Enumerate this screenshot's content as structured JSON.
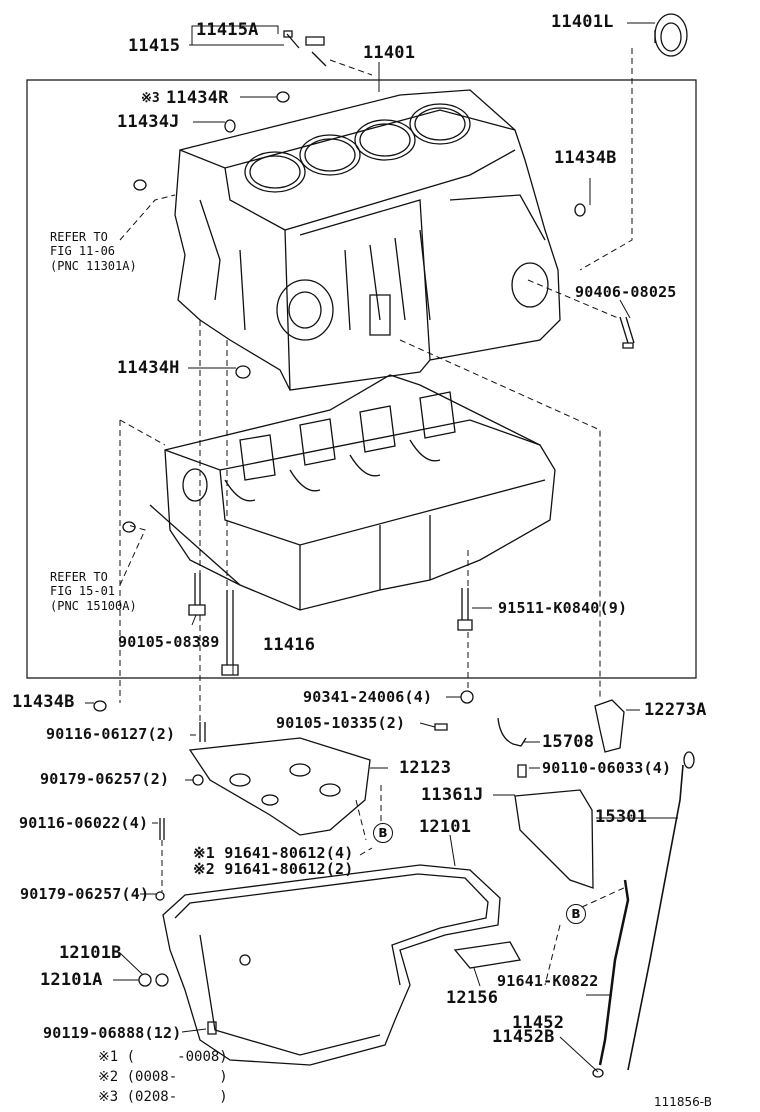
{
  "parts": {
    "p11401L": "11401L",
    "p11415A": "11415A",
    "p11415": "11415",
    "p11401": "11401",
    "p11434R": "11434R",
    "p11434R_mark": "※3",
    "p11434J": "11434J",
    "p11434B_top": "11434B",
    "p90406": "90406-08025",
    "p11434H": "11434H",
    "p91511": "91511-K0840(9)",
    "p90105_08389": "90105-08389",
    "p11416": "11416",
    "p11434B_left": "11434B",
    "p90341": "90341-24006(4)",
    "p90105_10335": "90105-10335(2)",
    "p12273A": "12273A",
    "p15708": "15708",
    "p90116_06127": "90116-06127(2)",
    "p90179_06257a": "90179-06257(2)",
    "p12123": "12123",
    "p90110": "90110-06033(4)",
    "p11361J": "11361J",
    "p15301": "15301",
    "p90116_06022": "90116-06022(4)",
    "p12101": "12101",
    "p91641_1": "※1 91641-80612(4)",
    "p91641_2": "※2 91641-80612(2)",
    "p90179_06257b": "90179-06257(4)",
    "p12101B": "12101B",
    "p12101A": "12101A",
    "p91641K": "91641-K0822",
    "p12156": "12156",
    "p11452": "11452",
    "p90119": "90119-06888(12)",
    "p11452B": "11452B"
  },
  "refs": {
    "ref1": "REFER TO\nFIG 11-06\n(PNC 11301A)",
    "ref2": "REFER TO\nFIG 15-01\n(PNC 15100A)"
  },
  "notes": {
    "n1": "※1 (     -0008)",
    "n2": "※2 (0008-     )",
    "n3": "※3 (0208-     )"
  },
  "badges": {
    "b1": "B",
    "b2": "B"
  },
  "catalog_number": "111856-B"
}
